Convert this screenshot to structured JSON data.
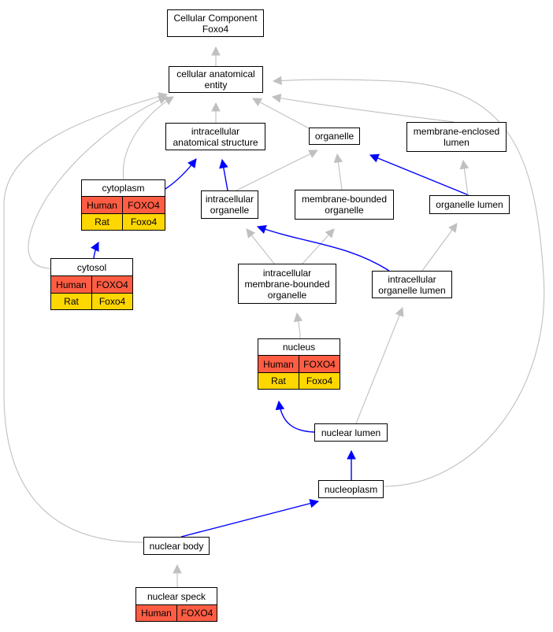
{
  "diagram": {
    "nodes": {
      "root": [
        "Cellular Component",
        "Foxo4"
      ],
      "cae": [
        "cellular anatomical",
        "entity"
      ],
      "ias": [
        "intracellular",
        "anatomical structure"
      ],
      "organelle": [
        "organelle"
      ],
      "mel": [
        "membrane-enclosed",
        "lumen"
      ],
      "cytoplasm": {
        "title": "cytoplasm",
        "rows": [
          [
            "Human",
            "FOXO4"
          ],
          [
            "Rat",
            "Foxo4"
          ]
        ]
      },
      "io": [
        "intracellular",
        "organelle"
      ],
      "mbo": [
        "membrane-bounded",
        "organelle"
      ],
      "ol": [
        "organelle lumen"
      ],
      "cytosol": {
        "title": "cytosol",
        "rows": [
          [
            "Human",
            "FOXO4"
          ],
          [
            "Rat",
            "Foxo4"
          ]
        ]
      },
      "imbo": [
        "intracellular",
        "membrane-bounded",
        "organelle"
      ],
      "iol": [
        "intracellular",
        "organelle lumen"
      ],
      "nucleus": {
        "title": "nucleus",
        "rows": [
          [
            "Human",
            "FOXO4"
          ],
          [
            "Rat",
            "Foxo4"
          ]
        ]
      },
      "nlumen": [
        "nuclear lumen"
      ],
      "nucleoplasm": [
        "nucleoplasm"
      ],
      "nbody": [
        "nuclear body"
      ],
      "nspeck": {
        "title": "nuclear speck",
        "rows": [
          [
            "Human",
            "FOXO4"
          ]
        ]
      }
    },
    "edges": [
      {
        "from": "cae",
        "to": "root",
        "kind": "is_a"
      },
      {
        "from": "ias",
        "to": "cae",
        "kind": "is_a"
      },
      {
        "from": "organelle",
        "to": "cae",
        "kind": "is_a"
      },
      {
        "from": "mel",
        "to": "cae",
        "kind": "is_a"
      },
      {
        "from": "cytoplasm",
        "to": "cae",
        "kind": "is_a"
      },
      {
        "from": "cytoplasm",
        "to": "ias",
        "kind": "part_of"
      },
      {
        "from": "io",
        "to": "ias",
        "kind": "part_of"
      },
      {
        "from": "io",
        "to": "organelle",
        "kind": "is_a"
      },
      {
        "from": "mbo",
        "to": "organelle",
        "kind": "is_a"
      },
      {
        "from": "ol",
        "to": "organelle",
        "kind": "part_of"
      },
      {
        "from": "ol",
        "to": "mel",
        "kind": "is_a"
      },
      {
        "from": "cytosol",
        "to": "cytoplasm",
        "kind": "part_of"
      },
      {
        "from": "cytosol",
        "to": "cae",
        "kind": "is_a"
      },
      {
        "from": "imbo",
        "to": "io",
        "kind": "is_a"
      },
      {
        "from": "imbo",
        "to": "mbo",
        "kind": "is_a"
      },
      {
        "from": "iol",
        "to": "io",
        "kind": "part_of"
      },
      {
        "from": "iol",
        "to": "ol",
        "kind": "is_a"
      },
      {
        "from": "nucleus",
        "to": "imbo",
        "kind": "is_a"
      },
      {
        "from": "nlumen",
        "to": "nucleus",
        "kind": "part_of"
      },
      {
        "from": "nlumen",
        "to": "iol",
        "kind": "is_a"
      },
      {
        "from": "nucleoplasm",
        "to": "nlumen",
        "kind": "part_of"
      },
      {
        "from": "nucleoplasm",
        "to": "cae",
        "kind": "is_a"
      },
      {
        "from": "nbody",
        "to": "nucleoplasm",
        "kind": "part_of"
      },
      {
        "from": "nbody",
        "to": "cae",
        "kind": "is_a"
      },
      {
        "from": "nspeck",
        "to": "nbody",
        "kind": "is_a"
      }
    ],
    "colors": {
      "is_a_edge": "#c0c0c0",
      "part_of_edge": "#0000ff",
      "human_row": "#fe5d44",
      "rat_row": "#ffd700",
      "node_border": "#000000",
      "node_fill": "#ffffff"
    }
  }
}
